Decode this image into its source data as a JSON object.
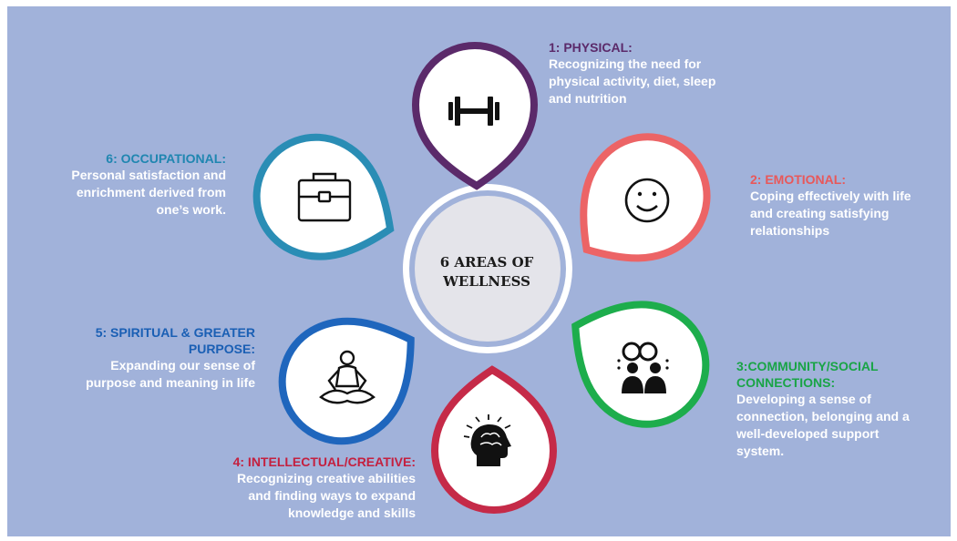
{
  "center": {
    "title_line1": "6 AREAS OF",
    "title_line2": "WELLNESS"
  },
  "areas": [
    {
      "title": "1: PHYSICAL:",
      "title_color": "#5b2a6a",
      "border_color": "#5b2a6a",
      "desc_lines": [
        "Recognizing the need for",
        "physical activity, diet, sleep",
        "and nutrition"
      ],
      "icon": "dumbbell-icon"
    },
    {
      "title": "2: EMOTIONAL:",
      "title_color": "#e8585a",
      "border_color": "#ec6466",
      "desc_lines": [
        "Coping effectively with life",
        "and creating satisfying",
        "relationships"
      ],
      "icon": "smiley-icon"
    },
    {
      "title_lines": [
        "3:COMMUNITY/SOCIAL",
        "CONNECTIONS:"
      ],
      "title_color": "#19a446",
      "border_color": "#1dad4c",
      "desc_lines": [
        "Developing a sense of",
        "connection, belonging and a",
        "well-developed support",
        "system."
      ],
      "icon": "people-chat-icon"
    },
    {
      "title": "4: INTELLECTUAL/CREATIVE:",
      "title_color": "#c4203f",
      "border_color": "#c52a48",
      "desc_lines": [
        "Recognizing creative abilities",
        "and finding ways to expand",
        "knowledge and skills"
      ],
      "icon": "brain-head-icon"
    },
    {
      "title_lines": [
        "5: SPIRITUAL & GREATER",
        "PURPOSE:"
      ],
      "title_color": "#1a5fb4",
      "border_color": "#1f66bd",
      "desc_lines": [
        "Expanding our sense of",
        "purpose and meaning in life"
      ],
      "icon": "meditation-icon"
    },
    {
      "title": "6: OCCUPATIONAL:",
      "title_color": "#1f86b0",
      "border_color": "#2a8db5",
      "desc_lines": [
        "Personal satisfaction and",
        "enrichment derived from",
        "one’s work."
      ],
      "icon": "briefcase-icon"
    }
  ]
}
